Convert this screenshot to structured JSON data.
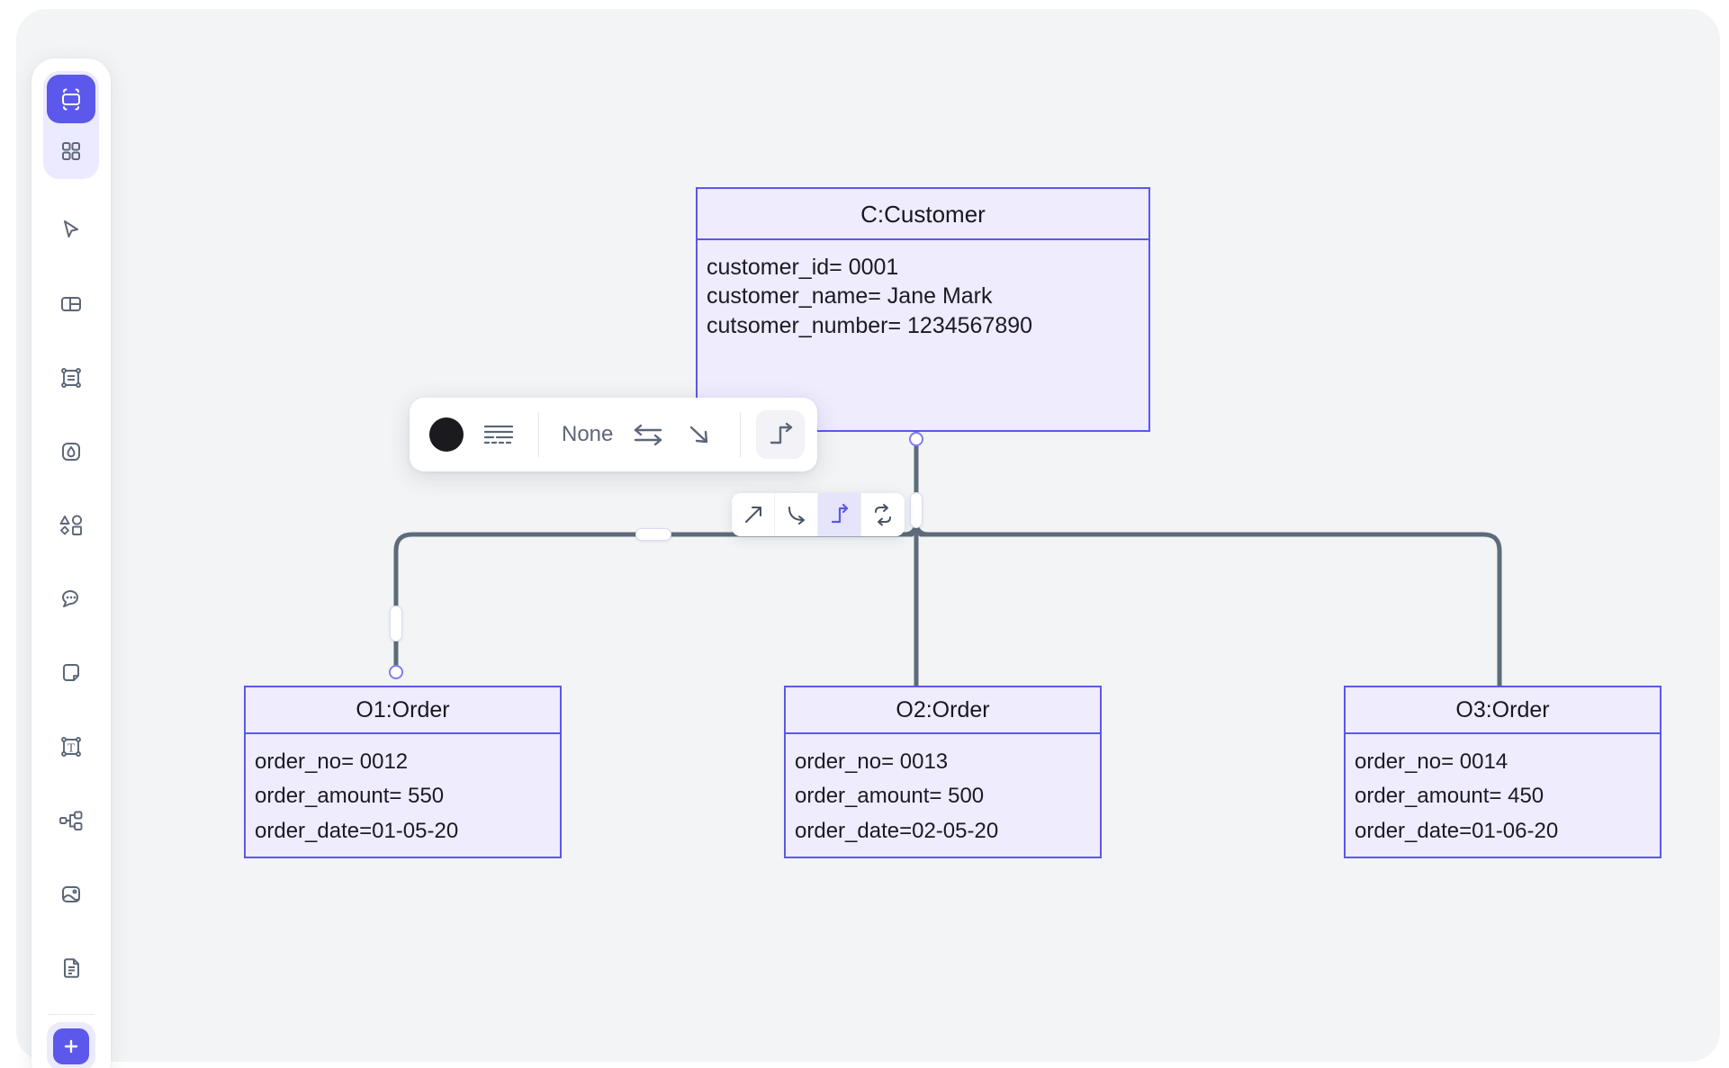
{
  "app": {
    "canvas_bg": "#f2f4f5",
    "accent": "#5b58eb",
    "node_fill": "#eeecfd",
    "edge_color": "#5d6b7a"
  },
  "sidebar": {
    "group_items": [
      {
        "name": "frame-icon",
        "label": "Frame",
        "active": true
      },
      {
        "name": "grid-icon",
        "label": "Templates",
        "active": false
      }
    ],
    "tool_items": [
      {
        "name": "cursor-icon",
        "label": "Select"
      },
      {
        "name": "layout-icon",
        "label": "Layout"
      },
      {
        "name": "text-box-icon",
        "label": "Text Box"
      },
      {
        "name": "shape-rounded-icon",
        "label": "Shape"
      },
      {
        "name": "shapes-icon",
        "label": "Shapes"
      },
      {
        "name": "comment-icon",
        "label": "Comment"
      },
      {
        "name": "sticky-note-icon",
        "label": "Sticky Note"
      },
      {
        "name": "text-tool-icon",
        "label": "Text"
      },
      {
        "name": "connector-icon",
        "label": "Connector"
      },
      {
        "name": "image-icon",
        "label": "Image"
      },
      {
        "name": "document-icon",
        "label": "Document"
      }
    ],
    "add_button": {
      "name": "add-icon",
      "label": "+"
    }
  },
  "style_toolbar": {
    "color_swatch": {
      "label": "Color",
      "value": "#1a1a1f"
    },
    "stroke_style": {
      "label": "Stroke style"
    },
    "line_width_label": "None",
    "arrow_both": {
      "label": "Both ends"
    },
    "arrow_end": {
      "label": "End arrow"
    },
    "line_shape_selected": {
      "label": "Elbow"
    }
  },
  "shape_popover": {
    "options": [
      {
        "name": "straight-line-icon",
        "label": "Straight",
        "active": false
      },
      {
        "name": "curved-line-icon",
        "label": "Curved",
        "active": false
      },
      {
        "name": "elbow-line-icon",
        "label": "Elbow",
        "active": true
      },
      {
        "name": "rounded-loop-icon",
        "label": "Rounded",
        "active": false
      }
    ]
  },
  "diagram": {
    "nodes": [
      {
        "id": "customer",
        "title": "C:Customer",
        "attributes": [
          "customer_id= 0001",
          "customer_name= Jane Mark",
          "cutsomer_number= 1234567890"
        ]
      },
      {
        "id": "o1",
        "title": "O1:Order",
        "attributes": [
          "order_no= 0012",
          "order_amount= 550",
          "order_date=01-05-20"
        ]
      },
      {
        "id": "o2",
        "title": "O2:Order",
        "attributes": [
          "order_no= 0013",
          "order_amount= 500",
          "order_date=02-05-20"
        ]
      },
      {
        "id": "o3",
        "title": "O3:Order",
        "attributes": [
          "order_no= 0014",
          "order_amount= 450",
          "order_date=01-06-20"
        ]
      }
    ],
    "edges": [
      {
        "from": "customer",
        "to": "o1",
        "style": "elbow",
        "selected": true
      },
      {
        "from": "customer",
        "to": "o2",
        "style": "elbow",
        "selected": false
      },
      {
        "from": "customer",
        "to": "o3",
        "style": "elbow",
        "selected": false
      }
    ]
  }
}
